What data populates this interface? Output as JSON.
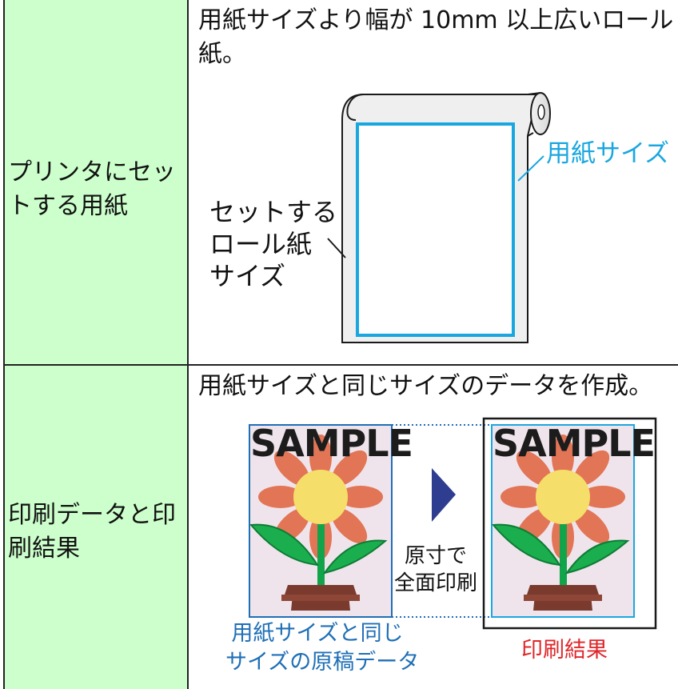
{
  "rows": [
    {
      "label": "プリンタにセットする用紙",
      "label_lines": [
        "プリンタにセッ",
        "トする用紙"
      ],
      "description_lines": [
        "用紙サイズより幅が 10mm 以上広いロール",
        "紙。"
      ],
      "figure": {
        "paper_size_label": "用紙サイズ",
        "roll_label_lines": [
          "セットする",
          "ロール紙",
          "サイズ"
        ]
      }
    },
    {
      "label": "印刷データと印刷結果",
      "label_lines": [
        "印刷データと印",
        "刷結果"
      ],
      "description_lines": [
        "用紙サイズと同じサイズのデータを作成。"
      ],
      "figure": {
        "sample_text": "SAMPLE",
        "arrow_label_lines": [
          "原寸で",
          "全面印刷"
        ],
        "source_caption_lines": [
          "用紙サイズと同じ",
          "サイズの原稿データ"
        ],
        "result_caption": "印刷結果"
      }
    }
  ],
  "colors": {
    "label_bg": "#ccffcc",
    "paper_outline": "#1aa7e0",
    "caption_blue": "#1f6fb6",
    "result_red": "#e0262a",
    "arrow": "#2e3d8f"
  }
}
